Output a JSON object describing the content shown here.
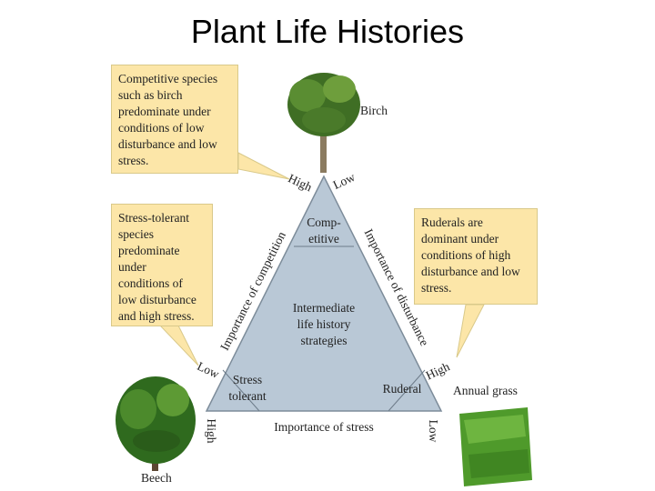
{
  "title": "Plant Life Histories",
  "callouts": {
    "competitive": "Competitive species\nsuch as birch\npredominate under\nconditions of low\ndisturbance and low\nstress.",
    "stress_tolerant": "Stress-tolerant\nspecies\npredominate\nunder\nconditions of\nlow disturbance\nand high stress.",
    "ruderal": "Ruderals are\ndominant under\nconditions of high\ndisturbance and low\nstress."
  },
  "triangle": {
    "regions": {
      "competitive_1": "Comp-",
      "competitive_2": "etitive",
      "intermediate_1": "Intermediate",
      "intermediate_2": "life history",
      "intermediate_3": "strategies",
      "stress_1": "Stress",
      "stress_2": "tolerant",
      "ruderal": "Ruderal"
    },
    "axes": {
      "competition": "Importance of competition",
      "disturbance": "Importance of disturbance",
      "stress": "Importance of stress"
    },
    "ends": {
      "top_left_high": "High",
      "top_right_low": "Low",
      "left_low": "Low",
      "right_high": "High",
      "bottom_left_high": "High",
      "bottom_right_low": "Low"
    }
  },
  "plants": {
    "birch": "Birch",
    "beech": "Beech",
    "grass": "Annual grass"
  },
  "colors": {
    "triangle_fill": "#b9c8d6",
    "callout_fill": "#fce6a8"
  }
}
